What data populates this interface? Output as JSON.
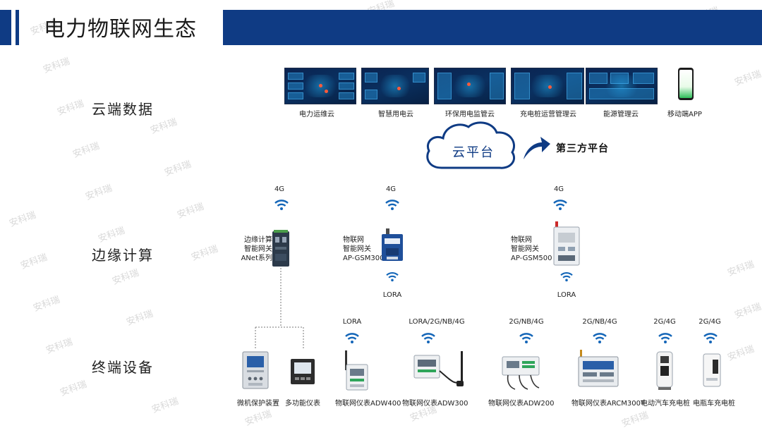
{
  "header": {
    "title": "电力物联网生态"
  },
  "rows": {
    "cloud": "云端数据",
    "edge": "边缘计算",
    "terminal": "终端设备"
  },
  "cloud_apps": [
    {
      "label": "电力运维云"
    },
    {
      "label": "智慧用电云"
    },
    {
      "label": "环保用电监管云"
    },
    {
      "label": "充电桩运营管理云"
    },
    {
      "label": "能源管理云"
    },
    {
      "label": "移动端APP"
    }
  ],
  "cloud_platform": {
    "label": "云平台",
    "third_party": "第三方平台"
  },
  "gateways": [
    {
      "signal": "4G",
      "label_1": "边缘计算",
      "label_2": "智能网关",
      "label_3": "ANet系列"
    },
    {
      "signal": "4G",
      "label_1": "物联网",
      "label_2": "智能网关",
      "label_3": "AP-GSM300",
      "sub_signal": "LORA"
    },
    {
      "signal": "4G",
      "label_1": "物联网",
      "label_2": "智能网关",
      "label_3": "AP-GSM500",
      "sub_signal": "LORA"
    }
  ],
  "terminals": [
    {
      "label": "微机保护装置"
    },
    {
      "label": "多功能仪表"
    },
    {
      "label": "物联网仪表ADW400",
      "signal": "LORA"
    },
    {
      "label": "物联网仪表ADW300",
      "signal": "LORA/2G/NB/4G"
    },
    {
      "label": "物联网仪表ADW200",
      "signal": "2G/NB/4G"
    },
    {
      "label": "物联网仪表ARCM300T",
      "signal": "2G/NB/4G"
    },
    {
      "label": "电动汽车充电桩",
      "signal": "2G/4G"
    },
    {
      "label": "电瓶车充电桩",
      "signal": "2G/4G"
    }
  ],
  "watermark": "安科瑞",
  "colors": {
    "brand": "#0f3b84",
    "wifi": "#1466b8",
    "screen": "#0b2350"
  }
}
